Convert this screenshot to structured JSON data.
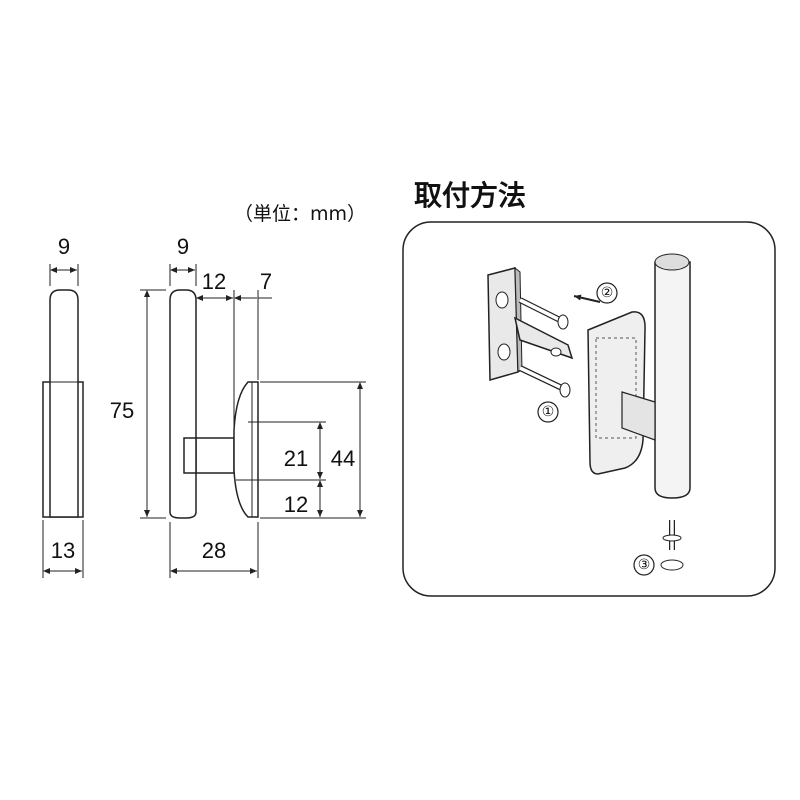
{
  "unit_note": "（単位：mm）",
  "install_title": "取付方法",
  "dimensions": {
    "side_top_width": "9",
    "side_bottom_width": "13",
    "front_top_width": "9",
    "offset_1": "12",
    "offset_2": "7",
    "total_height": "75",
    "bracket_height": "44",
    "upper_gap": "21",
    "lower_gap": "12",
    "total_depth": "28"
  },
  "steps": {
    "step1": "①",
    "step2": "②",
    "step3": "③"
  }
}
